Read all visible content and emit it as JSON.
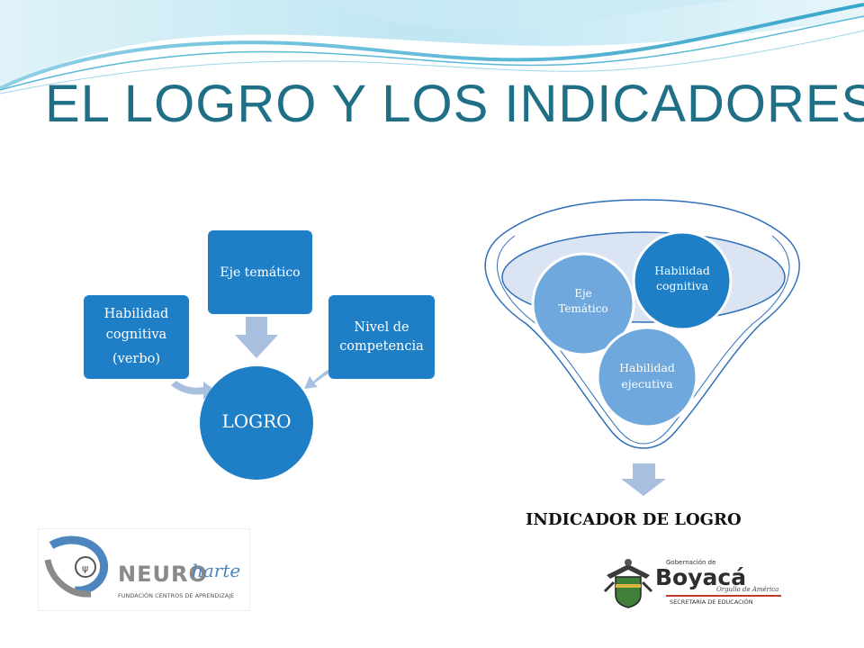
{
  "title": "EL LOGRO Y LOS INDICADORES",
  "left_diagram": {
    "center": "LOGRO",
    "top": "Eje temático",
    "left_lines": [
      "Habilidad",
      "cognitiva",
      "(verbo)"
    ],
    "right_lines": [
      "Nivel de",
      "competencia"
    ]
  },
  "funnel": {
    "circle_eje_lines": [
      "Eje",
      "Temático"
    ],
    "circle_habilidad_cognitiva_lines": [
      "Habilidad",
      "cognitiva"
    ],
    "circle_habilidad_ejecutiva_lines": [
      "Habilidad",
      "ejecutiva"
    ],
    "result_label": "INDICADOR DE LOGRO"
  },
  "logos": {
    "neuro_left": "NEURO",
    "neuro_right": "harte",
    "neuro_sub": "FUNDACIÓN CENTROS DE APRENDIZAJE",
    "boyaca_top": "Gobernación de",
    "boyaca_main": "Boyacá",
    "boyaca_tagline": "Orgullo de América",
    "boyaca_sub": "SECRETARÍA DE EDUCACIÓN"
  },
  "colors": {
    "title": "#1f6f86",
    "box_blue": "#1f7fc6",
    "arrow": "#a9bfe0",
    "light_circle": "#6fa8dc",
    "funnel_line": "#2f6fb8"
  }
}
